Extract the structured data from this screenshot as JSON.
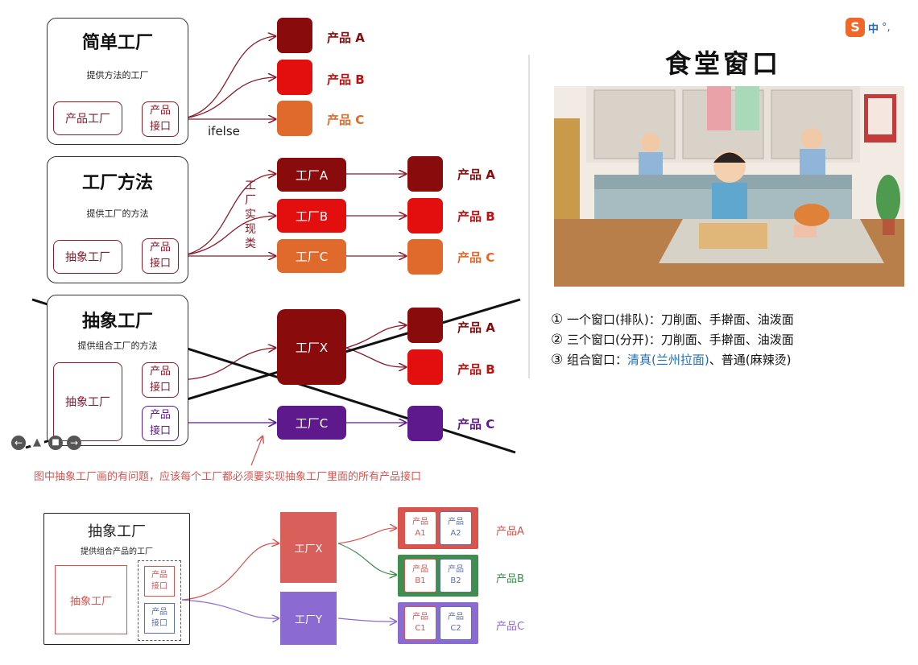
{
  "simple_factory": {
    "title": "简单工厂",
    "subtitle": "提供方法的工厂",
    "factory_label": "产品工厂",
    "iface_top": "产品",
    "iface_bottom": "接口",
    "ifelse": "ifelse",
    "products": [
      "产品 A",
      "产品 B",
      "产品 C"
    ]
  },
  "factory_method": {
    "title": "工厂方法",
    "subtitle": "提供工厂的方法",
    "factory_label": "抽象工厂",
    "iface_top": "产品",
    "iface_bottom": "接口",
    "impl_label": "工厂实现类",
    "factories": [
      "工厂A",
      "工厂B",
      "工厂C"
    ],
    "products": [
      "产品 A",
      "产品 B",
      "产品 C"
    ]
  },
  "abstract_factory_crossed": {
    "title": "抽象工厂",
    "subtitle": "提供组合工厂的方法",
    "factory_label": "抽象工厂",
    "iface_top": "产品",
    "iface_bottom": "接口",
    "factory_x": "工厂X",
    "factory_c": "工厂C",
    "products": [
      "产品 A",
      "产品 B",
      "产品 C"
    ]
  },
  "caption": "图中抽象工厂画的有问题，应该每个工厂都必须要实现抽象工厂里面的所有产品接口",
  "abstract_factory_fixed": {
    "title": "抽象工厂",
    "subtitle": "提供组合产品的工厂",
    "factory_label": "抽象工厂",
    "iface_top": "产品",
    "iface_bottom": "接口",
    "factory_x": "工厂X",
    "factory_y": "工厂Y",
    "rows": [
      {
        "label": "产品A",
        "cells": [
          [
            "产品",
            "A1"
          ],
          [
            "产品",
            "A2"
          ]
        ]
      },
      {
        "label": "产品B",
        "cells": [
          [
            "产品",
            "B1"
          ],
          [
            "产品",
            "B2"
          ]
        ]
      },
      {
        "label": "产品C",
        "cells": [
          [
            "产品",
            "C1"
          ],
          [
            "产品",
            "C2"
          ]
        ]
      }
    ]
  },
  "canteen": {
    "title": "食堂窗口",
    "lines": [
      {
        "num": "①",
        "text": "一个窗口(排队)：刀削面、手擀面、油泼面"
      },
      {
        "num": "②",
        "text": "三个窗口(分开)：刀削面、手擀面、油泼面"
      },
      {
        "num": "③",
        "text_a": "组合窗口：",
        "text_b": "清真(兰州拉面)",
        "text_c": "、普通(麻辣烫)"
      }
    ]
  },
  "ime": {
    "label": "中",
    "extra": "°,"
  },
  "colors": {
    "dark_red": "#8a0b0c",
    "red": "#e30e0e",
    "orange": "#e06a2c",
    "purple": "#5e1a8c",
    "salmon": "#d9534f",
    "green": "#3e8e4f",
    "violet": "#8b6bd1"
  }
}
